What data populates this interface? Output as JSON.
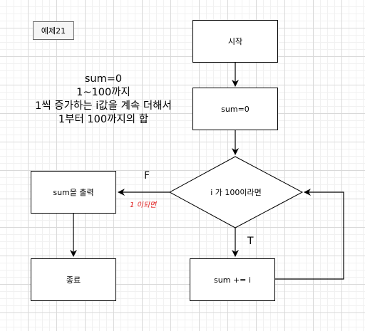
{
  "tag": "예제21",
  "note": [
    "sum=0",
    "1~100까지",
    "1씩 증가하는 i값을 계속 더해서",
    "1부터 100까지의 합"
  ],
  "nodes": {
    "start": "시작",
    "init": "sum=0",
    "decision": "i 가 100이라면",
    "output": "sum을 출력",
    "end": "종료",
    "accumulate": "sum += i"
  },
  "edges": {
    "false_label": "F",
    "true_label": "T",
    "false_note": "1 이되면"
  }
}
